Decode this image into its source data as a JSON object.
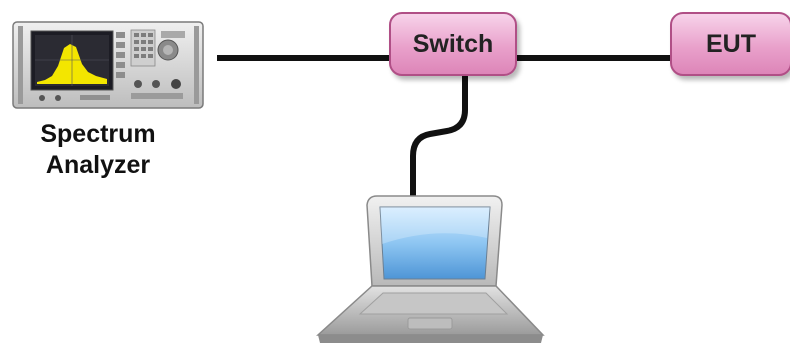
{
  "diagram": {
    "nodes": {
      "switch": {
        "label": "Switch"
      },
      "eut": {
        "label": "EUT"
      },
      "spectrum_analyzer": {
        "label_line1": "Spectrum",
        "label_line2": "Analyzer",
        "icon": "spectrum-analyzer-icon"
      },
      "laptop": {
        "icon": "laptop-icon"
      }
    },
    "connections": [
      {
        "from": "spectrum_analyzer",
        "to": "switch"
      },
      {
        "from": "switch",
        "to": "eut"
      },
      {
        "from": "switch",
        "to": "laptop"
      }
    ],
    "colors": {
      "node_fill": "#e9a1cb",
      "node_border": "#b04f86",
      "cable": "#111111",
      "analyzer_body": "#d8d8d8",
      "analyzer_screen_trace": "#f3e600",
      "laptop_screen": "#8ec6f2"
    }
  }
}
